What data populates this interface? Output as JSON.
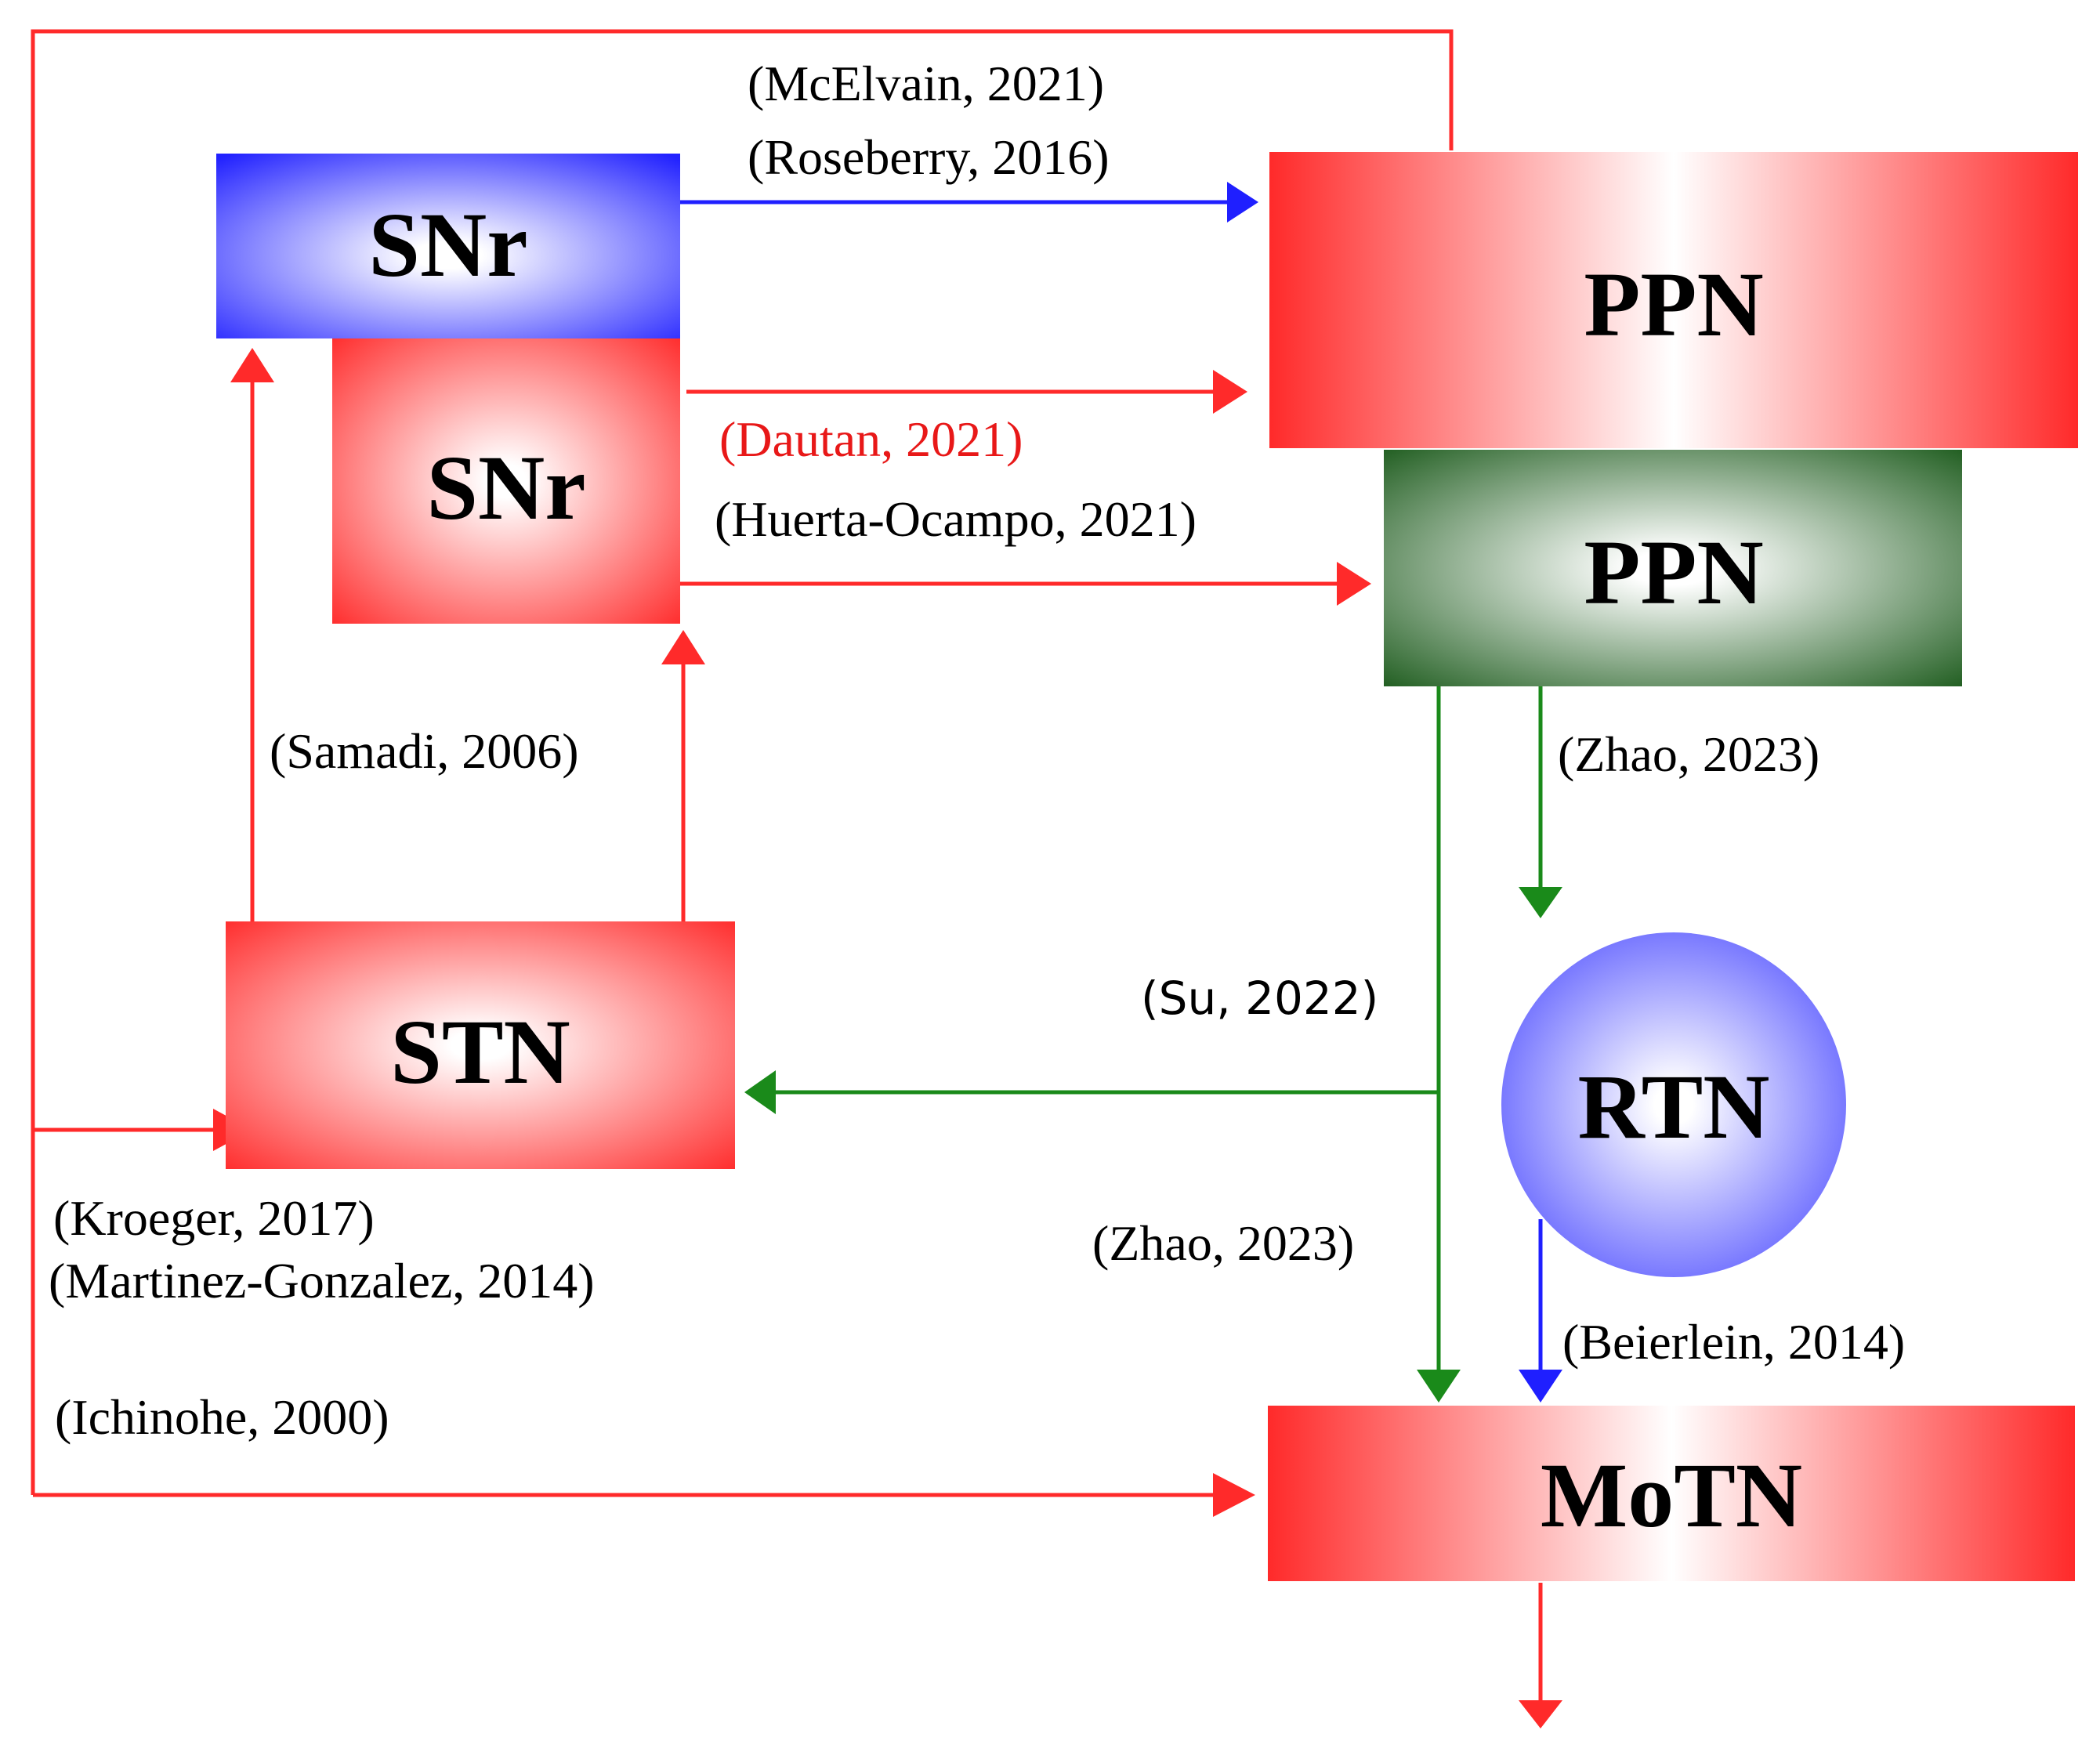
{
  "nodes": {
    "snr_inhibitory": "SNr",
    "snr_excitatory": "SNr",
    "ppn_excitatory": "PPN",
    "ppn_cholinergic": "PPN",
    "stn": "STN",
    "rtn": "RTN",
    "motn": "MoTN"
  },
  "citations": {
    "mcelvain": "(McElvain,  2021)",
    "roseberry": "(Roseberry, 2016)",
    "dautan": "(Dautan, 2021)",
    "huerta": "(Huerta-Ocampo, 2021)",
    "samadi": "(Samadi, 2006)",
    "zhao_rtn": "(Zhao, 2023)",
    "su": "(Su, 2022)",
    "zhao_motn": "(Zhao, 2023)",
    "beierlein": "(Beierlein,  2014)",
    "kroeger": "(Kroeger, 2017)",
    "martinez": "(Martinez-Gonzalez,  2014)",
    "ichinohe": "(Ichinohe, 2000)"
  },
  "colors": {
    "red": "#ff2a2a",
    "blue": "#1f1fff",
    "green": "#1a8a1a",
    "dark_green": "#1e5c1e",
    "rtn_blue": "#7a7aff",
    "dautan_text": "#e81818",
    "text": "#000000"
  }
}
